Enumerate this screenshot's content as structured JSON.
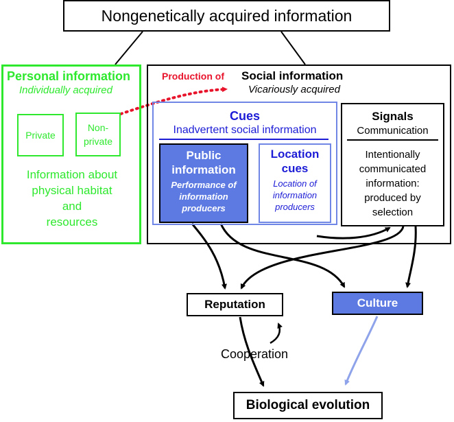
{
  "root": {
    "title": "Nongenetically acquired information"
  },
  "personal": {
    "title": "Personal information",
    "subtitle": "Individually acquired",
    "private_label": "Private",
    "nonprivate_label": "Non-\nprivate",
    "desc_lines": [
      "Information about",
      "physical habitat",
      "and",
      "resources"
    ]
  },
  "social": {
    "production_label": "Production of",
    "title": "Social information",
    "subtitle": "Vicariously acquired"
  },
  "cues": {
    "title": "Cues",
    "subtitle": "Inadvertent social information"
  },
  "public": {
    "title_lines": [
      "Public",
      "information"
    ],
    "sub_lines": [
      "Performance of",
      "information",
      "producers"
    ]
  },
  "location": {
    "title_lines": [
      "Location",
      "cues"
    ],
    "sub_lines": [
      "Location of",
      "information",
      "producers"
    ]
  },
  "signals": {
    "title": "Signals",
    "subtitle": "Communication",
    "desc_lines": [
      "Intentionally",
      "communicated",
      "information:",
      "produced by",
      "selection"
    ]
  },
  "reputation": {
    "label": "Reputation"
  },
  "culture": {
    "label": "Culture"
  },
  "cooperation": {
    "label": "Cooperation"
  },
  "bio": {
    "label": "Biological evolution"
  },
  "colors": {
    "personal_green": "#2ee82e",
    "cues_blue": "#1c1cd6",
    "fill_blue": "#5d7ae2",
    "production_red": "#e8142c",
    "culture_arrow": "#8ea3ea"
  }
}
